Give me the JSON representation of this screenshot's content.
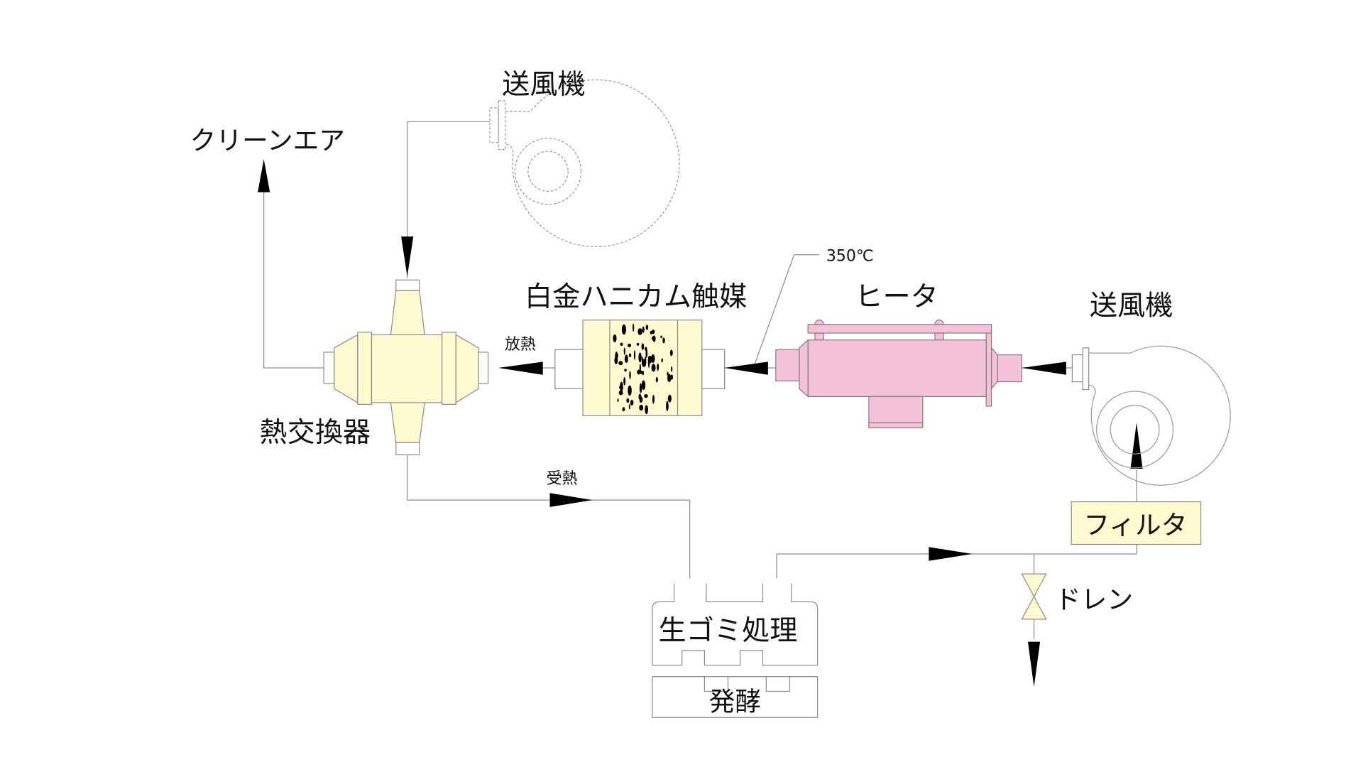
{
  "diagram": {
    "title": "生ゴミ処理 排気浄化システム",
    "colors": {
      "equipment_cream": "#fff9cf",
      "heater_pink": "#f4c2d8",
      "pipe_line": "#8c8c8c",
      "arrow": "#000000"
    },
    "labels": {
      "blower_top": "送風機",
      "clean_air": "クリーンエア",
      "heat_exchanger": "熱交換器",
      "heat_release": "放熱",
      "catalyst": "白金ハニカム触媒",
      "temperature": "350℃",
      "heater": "ヒータ",
      "blower_right": "送風機",
      "heat_receive": "受熱",
      "filter": "フィルタ",
      "drain": "ドレン",
      "garbage_processing": "生ゴミ処理",
      "fermentation": "発酵"
    },
    "nodes": [
      {
        "id": "blower_top",
        "label": "送風機",
        "style": "dashed"
      },
      {
        "id": "heat_exchanger",
        "label": "熱交換器"
      },
      {
        "id": "catalyst",
        "label": "白金ハニカム触媒"
      },
      {
        "id": "heater",
        "label": "ヒータ"
      },
      {
        "id": "blower_right",
        "label": "送風機"
      },
      {
        "id": "filter",
        "label": "フィルタ"
      },
      {
        "id": "drain_valve",
        "label": "ドレン"
      },
      {
        "id": "garbage_processor",
        "label": "生ゴミ処理"
      },
      {
        "id": "fermenter",
        "label": "発酵"
      }
    ],
    "edges": [
      {
        "from": "blower_top",
        "to": "heat_exchanger"
      },
      {
        "from": "heat_exchanger",
        "to": "clean_air"
      },
      {
        "from": "catalyst",
        "to": "heat_exchanger",
        "label": "放熱"
      },
      {
        "from": "heater",
        "to": "catalyst",
        "annotation": "350℃"
      },
      {
        "from": "blower_right",
        "to": "heater"
      },
      {
        "from": "filter",
        "to": "blower_right"
      },
      {
        "from": "heat_exchanger",
        "to": "garbage_processor",
        "label": "受熱"
      },
      {
        "from": "garbage_processor",
        "to": "filter"
      },
      {
        "from": "drain_valve",
        "to": "drain"
      }
    ]
  }
}
